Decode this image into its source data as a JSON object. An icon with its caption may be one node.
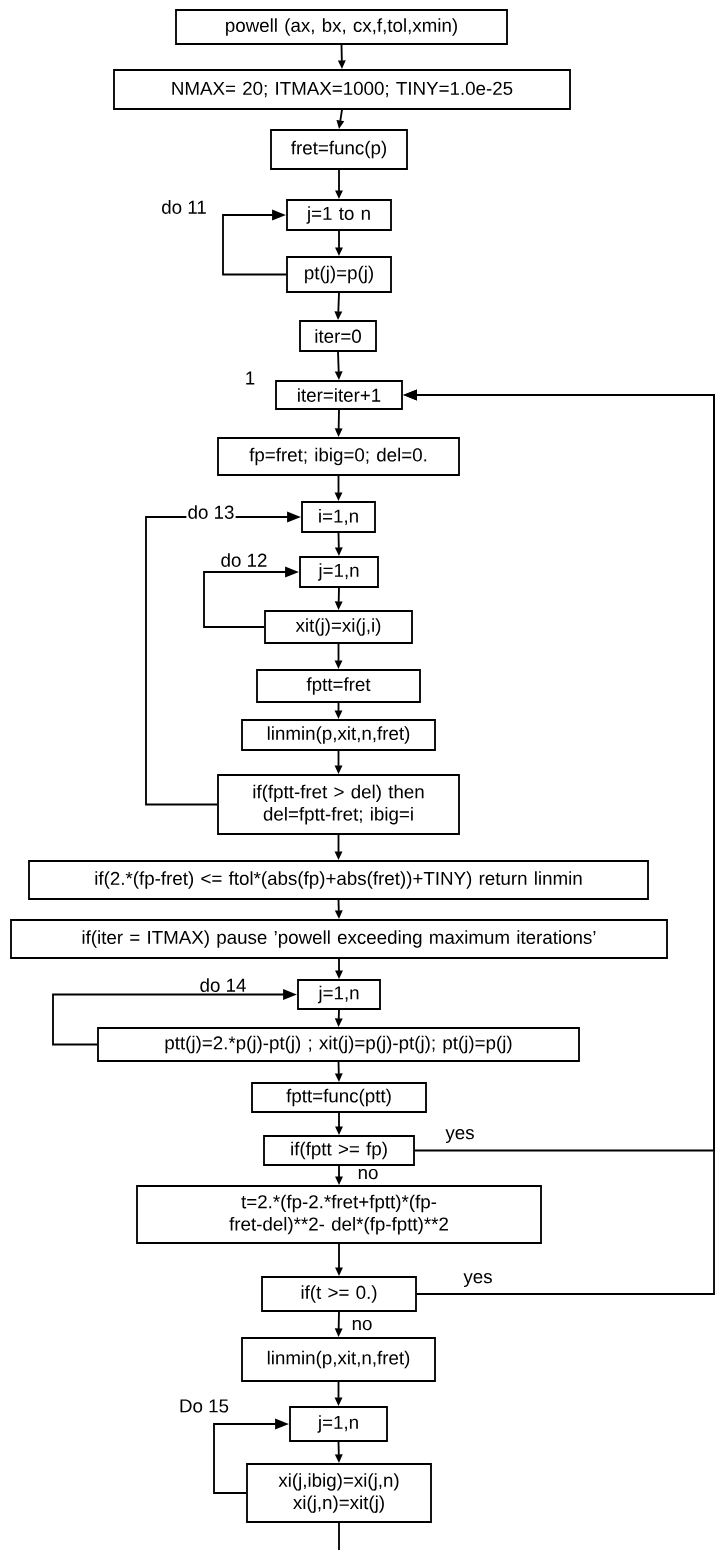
{
  "diagram": {
    "nodes": [
      {
        "text": [
          "powell (ax, bx, cx,f,tol,xmin)"
        ]
      },
      {
        "text": [
          "NMAX= 20; ITMAX=1000; TINY=1.0e-25"
        ]
      },
      {
        "text": [
          "fret=func(p)"
        ]
      },
      {
        "text": [
          "j=1 to n"
        ]
      },
      {
        "text": [
          "pt(j)=p(j)"
        ]
      },
      {
        "text": [
          "iter=0"
        ]
      },
      {
        "text": [
          "iter=iter+1"
        ],
        "beside": [
          "1"
        ]
      },
      {
        "text": [
          "fp=fret; ibig=0; del=0."
        ]
      },
      {
        "text": [
          "i=1,n"
        ]
      },
      {
        "text": [
          "j=1,n"
        ]
      },
      {
        "text": [
          "xit(j)=xi(j,i)"
        ]
      },
      {
        "text": [
          "fptt=fret"
        ]
      },
      {
        "text": [
          "linmin(p,xit,n,fret)"
        ]
      },
      {
        "text": [
          "if(fptt-fret > del) then del=fptt-fret; ibig=i"
        ]
      },
      {
        "text": [
          "if(2.*(fp-fret) <= ftol*(abs(fp)+abs(fret))+TINY) return linmin"
        ]
      },
      {
        "text": [
          "if(iter = ITMAX) pause ’powell exceeding maximum iterations’"
        ]
      },
      {
        "text": [
          "j=1,n"
        ]
      },
      {
        "text": [
          "ptt(j)=2.*p(j)-pt(j) ; xit(j)=p(j)-pt(j); pt(j)=p(j)"
        ]
      },
      {
        "text": [
          "fptt=func(ptt)"
        ]
      },
      {
        "text": [
          "if(fptt >= fp)"
        ]
      },
      {
        "text": [
          "t=2.*(fp-2.*fret+fptt)*(fp-fret-del)**2- del*(fp-fptt)**2"
        ]
      },
      {
        "text": [
          "if(t >= 0.)"
        ]
      },
      {
        "text": [
          "linmin(p,xit,n,fret)"
        ]
      },
      {
        "text": [
          "j=1,n"
        ]
      },
      {
        "text": [
          "xi(j,ibig)=xi(j,n) xi(j,n)=xit(j)"
        ]
      }
    ],
    "edges": [
      {
        "from": 0,
        "to": 1,
        "arrow": "to"
      },
      {
        "from": 1,
        "to": 2,
        "arrow": "to"
      },
      {
        "from": 2,
        "to": 3,
        "arrow": "to"
      },
      {
        "from": 3,
        "to": 4,
        "arrow": "to"
      },
      {
        "from": 4,
        "to": 3,
        "arrow": "to",
        "label": "do 11"
      },
      {
        "from": 4,
        "to": 5,
        "arrow": "to"
      },
      {
        "from": 5,
        "to": 6,
        "arrow": "to"
      },
      {
        "from": 6,
        "to": 7,
        "arrow": "to"
      },
      {
        "from": 7,
        "to": 8,
        "arrow": "to"
      },
      {
        "from": 8,
        "to": 9,
        "arrow": "to"
      },
      {
        "from": 9,
        "to": 10,
        "arrow": "to"
      },
      {
        "from": 10,
        "to": 9,
        "arrow": "to",
        "label": "do 12"
      },
      {
        "from": 10,
        "to": 11,
        "arrow": "to"
      },
      {
        "from": 11,
        "to": 12,
        "arrow": "to"
      },
      {
        "from": 12,
        "to": 13,
        "arrow": "to"
      },
      {
        "from": 13,
        "to": 8,
        "arrow": "to",
        "label": "do 13"
      },
      {
        "from": 13,
        "to": 14,
        "arrow": "to"
      },
      {
        "from": 14,
        "to": 15,
        "arrow": "to"
      },
      {
        "from": 15,
        "to": 16,
        "arrow": "to"
      },
      {
        "from": 16,
        "to": 17,
        "arrow": "to"
      },
      {
        "from": 17,
        "to": 16,
        "arrow": "to",
        "label": "do 14"
      },
      {
        "from": 17,
        "to": 18,
        "arrow": "to"
      },
      {
        "from": 18,
        "to": 19,
        "arrow": "to"
      },
      {
        "from": 19,
        "to": 20,
        "arrow": "to",
        "label": "no"
      },
      {
        "from": 19,
        "to": 6,
        "arrow": "to",
        "label": "yes"
      },
      {
        "from": 20,
        "to": 21,
        "arrow": "to"
      },
      {
        "from": 21,
        "to": 22,
        "arrow": "to",
        "label": "no"
      },
      {
        "from": 21,
        "to": 6,
        "arrow": "to",
        "label": "yes"
      },
      {
        "from": 22,
        "to": 23,
        "arrow": "to"
      },
      {
        "from": 23,
        "to": 24,
        "arrow": "to"
      },
      {
        "from": 24,
        "to": 23,
        "arrow": "to",
        "label": "Do 15"
      },
      {
        "from": 24,
        "to": null,
        "arrow": "none"
      }
    ]
  }
}
